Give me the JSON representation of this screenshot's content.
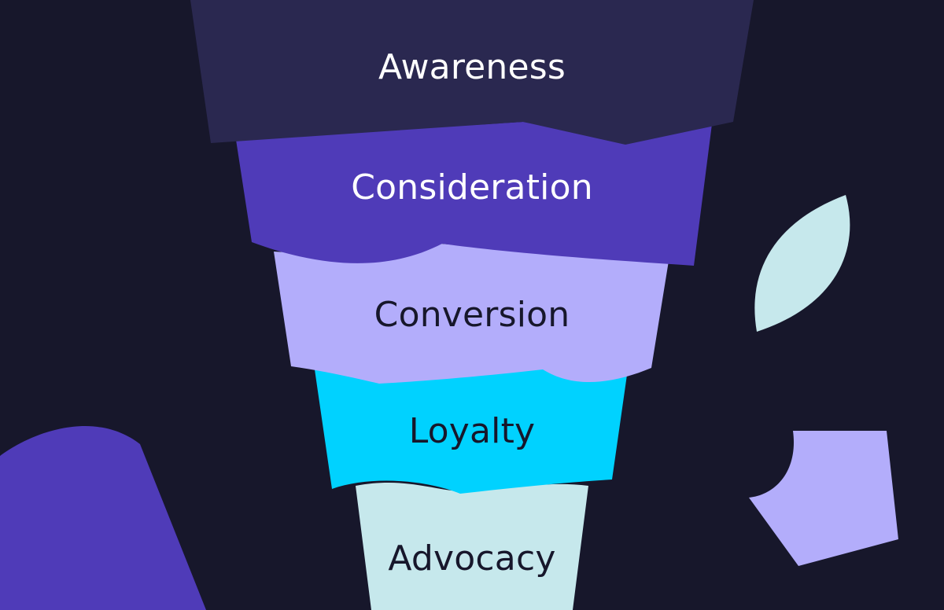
{
  "diagram": {
    "background": "#17172b",
    "stages": [
      {
        "label": "Awareness",
        "fill": "#2a2850",
        "text_color": "#ffffff"
      },
      {
        "label": "Consideration",
        "fill": "#4f3bb8",
        "text_color": "#ffffff"
      },
      {
        "label": "Conversion",
        "fill": "#b3adfb",
        "text_color": "#17172b"
      },
      {
        "label": "Loyalty",
        "fill": "#00d2ff",
        "text_color": "#17172b"
      },
      {
        "label": "Advocacy",
        "fill": "#c6e8ec",
        "text_color": "#17172b"
      }
    ],
    "decor": {
      "blob_left_color": "#4f3bb8",
      "leaf_color": "#c6e8ec",
      "pentagon_color": "#b3adfb"
    }
  }
}
